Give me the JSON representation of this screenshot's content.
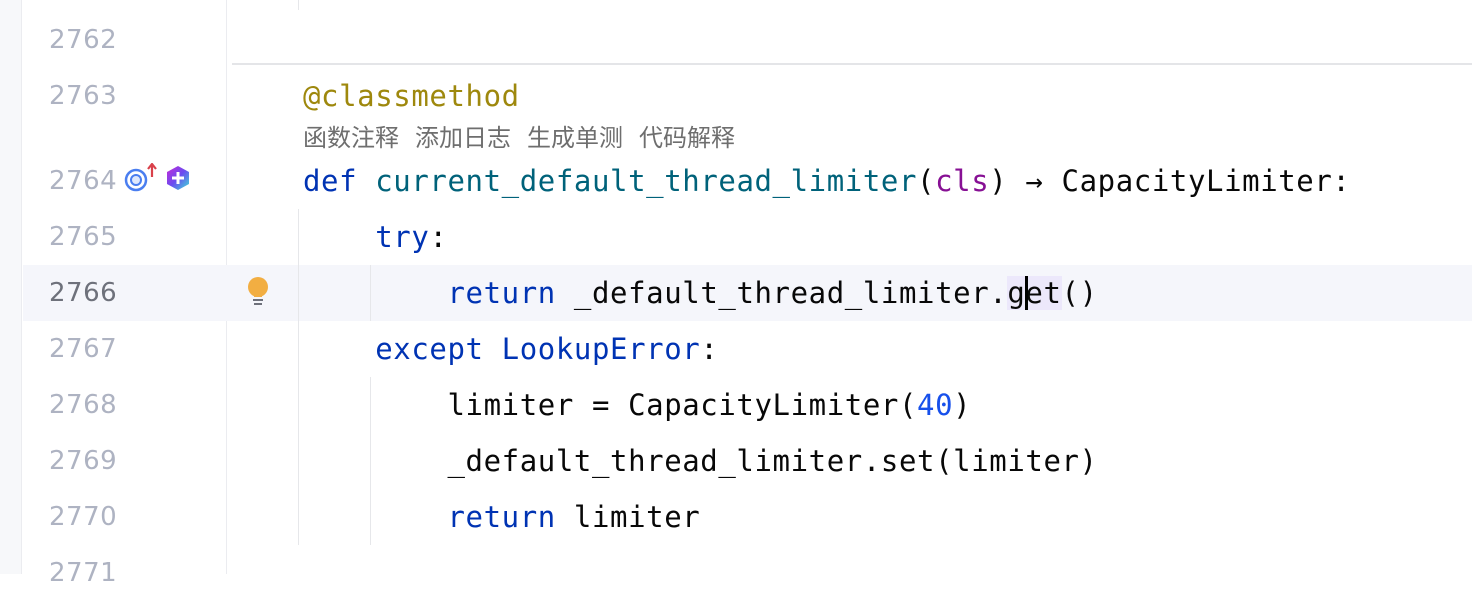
{
  "editor": {
    "inlay_actions": [
      "函数注释",
      "添加日志",
      "生成单测",
      "代码解释"
    ],
    "current_line": "2766",
    "lines": [
      {
        "n": "2762",
        "tokens": []
      },
      {
        "n": "2763",
        "tokens": [
          {
            "t": "@classmethod",
            "c": "deco"
          }
        ]
      },
      {
        "n": "2764",
        "tokens": [
          {
            "t": "def ",
            "c": "kw"
          },
          {
            "t": "current_default_thread_limiter",
            "c": "fn"
          },
          {
            "t": "(",
            "c": ""
          },
          {
            "t": "cls",
            "c": "param"
          },
          {
            "t": ") → CapacityLimiter:",
            "c": ""
          }
        ]
      },
      {
        "n": "2765",
        "tokens": [
          {
            "t": "    ",
            "c": ""
          },
          {
            "t": "try",
            "c": "kw"
          },
          {
            "t": ":",
            "c": ""
          }
        ]
      },
      {
        "n": "2766",
        "tokens": [
          {
            "t": "        ",
            "c": ""
          },
          {
            "t": "return",
            "c": "kw"
          },
          {
            "t": " _default_thread_limiter.",
            "c": ""
          },
          {
            "t": "g",
            "c": "caret"
          },
          {
            "t": "et",
            "c": "caret2"
          },
          {
            "t": "()",
            "c": ""
          }
        ]
      },
      {
        "n": "2767",
        "tokens": [
          {
            "t": "    ",
            "c": ""
          },
          {
            "t": "except",
            "c": "kw"
          },
          {
            "t": " ",
            "c": ""
          },
          {
            "t": "LookupError",
            "c": "kw"
          },
          {
            "t": ":",
            "c": ""
          }
        ]
      },
      {
        "n": "2768",
        "tokens": [
          {
            "t": "        limiter = CapacityLimiter(",
            "c": ""
          },
          {
            "t": "40",
            "c": "num"
          },
          {
            "t": ")",
            "c": ""
          }
        ]
      },
      {
        "n": "2769",
        "tokens": [
          {
            "t": "        _default_thread_limiter.set(limiter)",
            "c": ""
          }
        ]
      },
      {
        "n": "2770",
        "tokens": [
          {
            "t": "        ",
            "c": ""
          },
          {
            "t": "return",
            "c": "kw"
          },
          {
            "t": " limiter",
            "c": ""
          }
        ]
      },
      {
        "n": "2771",
        "tokens": []
      }
    ],
    "colors": {
      "keyword": "#0033b3",
      "function": "#00627a",
      "param": "#871094",
      "number": "#1750eb",
      "decorator": "#9e880d",
      "bulb": "#f2ae42"
    }
  }
}
